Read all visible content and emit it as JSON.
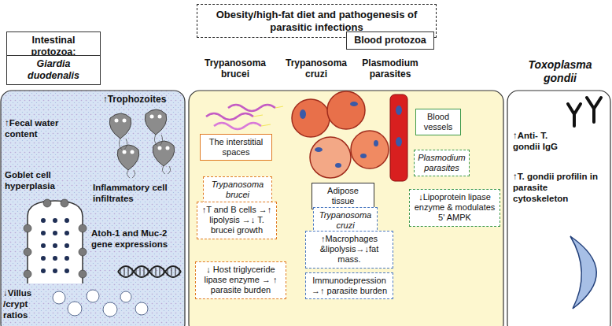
{
  "diagram": {
    "title": "Obesity/high-fat diet and pathogenesis of parasitic infections",
    "nodes": [
      {
        "text": [
          "Intestinal protozoa:"
        ]
      },
      {
        "text": [
          "Giardia duodenalis"
        ]
      },
      {
        "text": [
          "Blood protozoa"
        ]
      },
      {
        "text": [
          "The interstitial spaces"
        ]
      },
      {
        "text": [
          "Trypanosoma brucei"
        ]
      },
      {
        "text": [
          "↑T and B cells →↑ lipolysis →↓ T. brucei growth"
        ]
      },
      {
        "text": [
          "↓ Host triglyceride lipase enzyme → ↑ parasite burden"
        ]
      },
      {
        "text": [
          "Adipose tissue"
        ]
      },
      {
        "text": [
          "Trypanosoma cruzi"
        ]
      },
      {
        "text": [
          "↑Macrophages &lipolysis→↓fat mass."
        ]
      },
      {
        "text": [
          "Immunodepression →↑ parasite burden"
        ]
      },
      {
        "text": [
          "Blood vessels"
        ]
      },
      {
        "text": [
          "Plasmodium parasites"
        ]
      },
      {
        "text": [
          "↓Lipoprotein lipase enzyme & modulates 5' AMPK"
        ]
      }
    ],
    "labels": [
      "Trypanosoma brucei",
      "Trypanosoma cruzi",
      "Plasmodium parasites",
      "Toxoplasma gondii",
      "↑Trophozoites",
      "↑Fecal water content",
      "Goblet cell hyperplasia",
      "Inflammatory cell infiltrates",
      "Atoh-1 and Muc-2 gene expressions",
      "↓Villus /crypt ratios",
      "↑Anti- T. gondii IgG",
      "↑T. gondii profilin in parasite cytoskeleton"
    ]
  }
}
